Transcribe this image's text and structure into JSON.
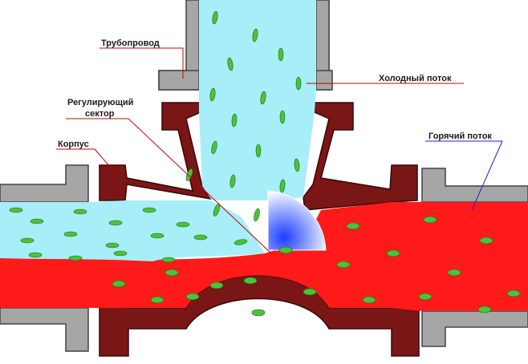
{
  "labels": {
    "pipeline": "Трубопровод",
    "cold_flow": "Холодный поток",
    "sector_line1": "Регулирующий",
    "sector_line2": "сектор",
    "body": "Корпус",
    "hot_flow": "Горячий поток"
  },
  "colors": {
    "pipe": "#a6a6a6",
    "valve_body": "#7a1616",
    "cold": "#a8eef8",
    "hot": "#ff1a1a",
    "particle": "#4cc23a",
    "sector_center": "#1f3cff",
    "leader_red": "#cc0000",
    "leader_blue": "#1f1fd6"
  }
}
